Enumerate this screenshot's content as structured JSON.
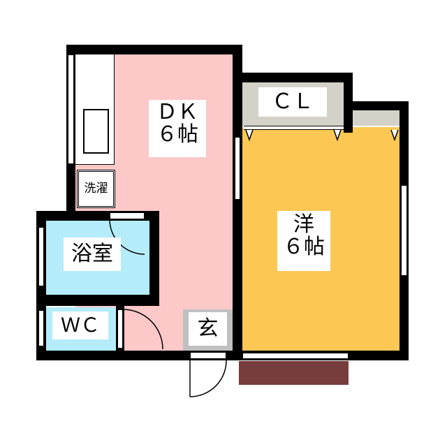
{
  "rooms": {
    "dk": {
      "name": "ＤＫ",
      "size": "６帖",
      "color": "#fdc8c8"
    },
    "western": {
      "name": "洋",
      "size": "６帖",
      "color": "#fcc853"
    },
    "closet": {
      "name": "ＣＬ",
      "color": "#d4d2c8"
    },
    "bath": {
      "name": "浴室",
      "color": "#b4ecfa"
    },
    "wc": {
      "name": "ＷＣ",
      "color": "#b4ecfa"
    },
    "genkan": {
      "name": "玄",
      "color": "#c0c0c0"
    },
    "laundry": {
      "name": "洗濯"
    },
    "balcony": {
      "color": "#773c3c"
    }
  }
}
